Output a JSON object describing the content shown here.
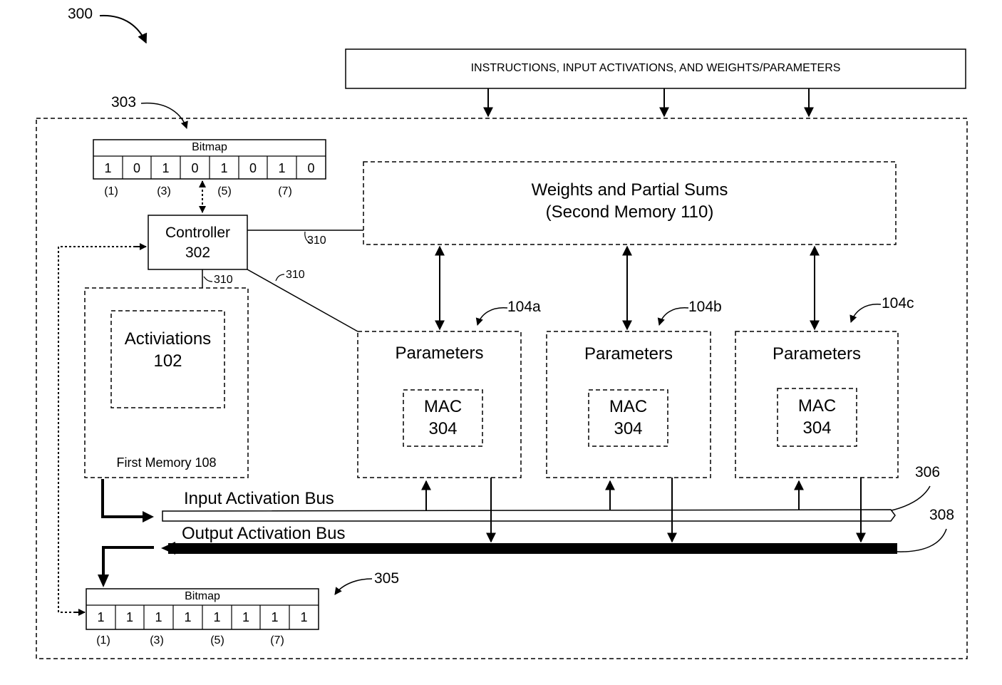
{
  "figure": {
    "ref": "300"
  },
  "input_box": {
    "text": "INSTRUCTIONS, INPUT ACTIVATIONS, AND WEIGHTS/PARAMETERS"
  },
  "bitmap_top": {
    "ref": "303",
    "title": "Bitmap",
    "bits": [
      "1",
      "0",
      "1",
      "0",
      "1",
      "0",
      "1",
      "0"
    ],
    "indices": [
      "(1)",
      "(3)",
      "(5)",
      "(7)"
    ]
  },
  "bitmap_bottom": {
    "ref": "305",
    "title": "Bitmap",
    "bits": [
      "1",
      "1",
      "1",
      "1",
      "1",
      "1",
      "1",
      "1"
    ],
    "indices": [
      "(1)",
      "(3)",
      "(5)",
      "(7)"
    ]
  },
  "controller": {
    "title": "Controller",
    "ref": "302"
  },
  "bus_refs": [
    "310",
    "310",
    "310"
  ],
  "second_memory": {
    "line1": "Weights and Partial Sums",
    "line2": "(Second Memory 110)"
  },
  "first_memory": {
    "label": "First Memory 108",
    "activations_title": "Activiations",
    "activations_ref": "102"
  },
  "cells": [
    {
      "ref": "104a",
      "title": "Parameters",
      "mac": "MAC",
      "mac_ref": "304"
    },
    {
      "ref": "104b",
      "title": "Parameters",
      "mac": "MAC",
      "mac_ref": "304"
    },
    {
      "ref": "104c",
      "title": "Parameters",
      "mac": "MAC",
      "mac_ref": "304"
    }
  ],
  "input_bus": {
    "label": "Input Activation Bus",
    "ref": "306"
  },
  "output_bus": {
    "label": "Output Activation Bus",
    "ref": "308"
  }
}
